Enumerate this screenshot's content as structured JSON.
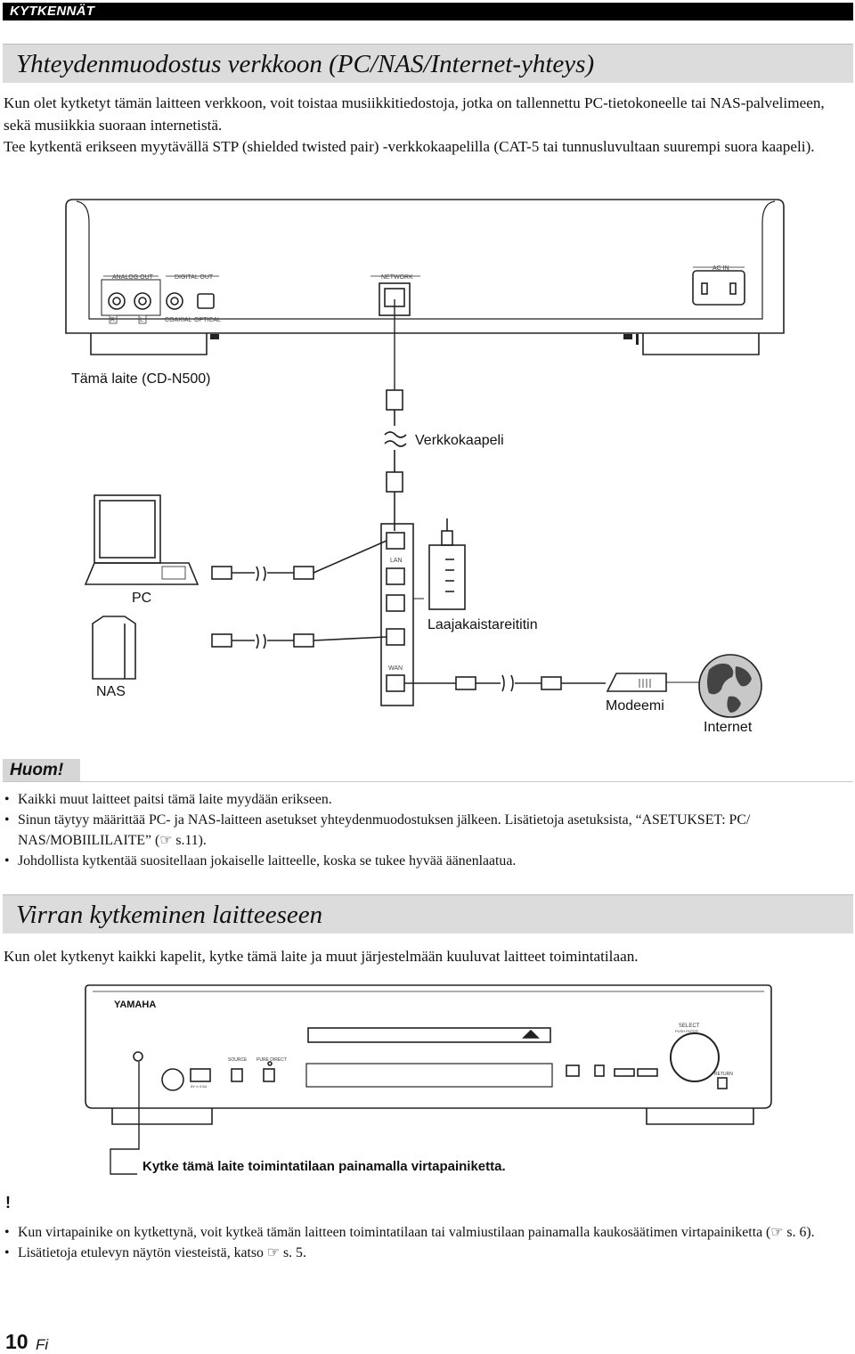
{
  "section_tag": "KYTKENNÄT",
  "section1": {
    "title": "Yhteydenmuodostus verkkoon (PC/NAS/Internet-yhteys)",
    "intro": [
      "Kun olet kytketyt tämän laitteen verkkoon, voit toistaa musiikkitiedostoja, jotka on tallennettu PC-tietokoneelle tai NAS-palvelimeen, sekä musiikkia suoraan internetistä.",
      "Tee kytkentä erikseen myytävällä STP (shielded twisted pair) -verkkokaapelilla (CAT-5 tai tunnusluvultaan suurempi suora kaapeli)."
    ]
  },
  "diagram1": {
    "panel_labels": {
      "analog_out": "ANALOG OUT",
      "digital_out": "DIGITAL OUT",
      "network": "NETWORK",
      "ac_in": "AC IN",
      "r": "R",
      "l": "L",
      "coaxial": "COAXIAL",
      "optical": "OPTICAL"
    },
    "device_label": "Tämä laite (CD-N500)",
    "cable_label": "Verkkokaapeli",
    "pc_label": "PC",
    "nas_label": "NAS",
    "router_label": "Laajakaistareititin",
    "lan_label": "LAN",
    "wan_label": "WAN",
    "modem_label": "Modeemi",
    "internet_label": "Internet"
  },
  "note": {
    "title": "Huom!",
    "items": [
      "Kaikki muut laitteet paitsi tämä laite myydään erikseen.",
      "Sinun täytyy määrittää PC- ja NAS-laitteen asetukset yhteydenmuodostuksen jälkeen. Lisätietoja asetuksista, “ASETUKSET: PC/ NAS/MOBIILILAITE” (☞ s.11).",
      "Johdollista kytkentää suositellaan jokaiselle laitteelle, koska se tukee hyvää äänenlaatua."
    ]
  },
  "section2": {
    "title": "Virran kytkeminen laitteeseen",
    "intro": "Kun olet kytkenyt kaikki kapelit, kytke tämä laite ja muut järjestelmään kuuluvat laitteet toimintatilaan."
  },
  "diagram2": {
    "brand": "YAMAHA",
    "select_label": "SELECT",
    "select_sub": "PUSH ENTER",
    "source_label": "SOURCE",
    "pure_direct_label": "PURE DIRECT",
    "usb_label": "5V ═ 0.5A",
    "return_label": "RETURN",
    "caption": "Kytke tämä laite toimintatilaan painamalla virtapainiketta."
  },
  "note2": {
    "title": "!",
    "items": [
      "Kun virtapainike on kytkettynä, voit kytkeä tämän laitteen toimintatilaan tai valmiustilaan painamalla kaukosäätimen virtapainiketta (☞ s. 6).",
      "Lisätietoja etulevyn näytön viesteistä, katso ☞ s. 5."
    ]
  },
  "footer": {
    "page": "10",
    "lang": "Fi"
  }
}
